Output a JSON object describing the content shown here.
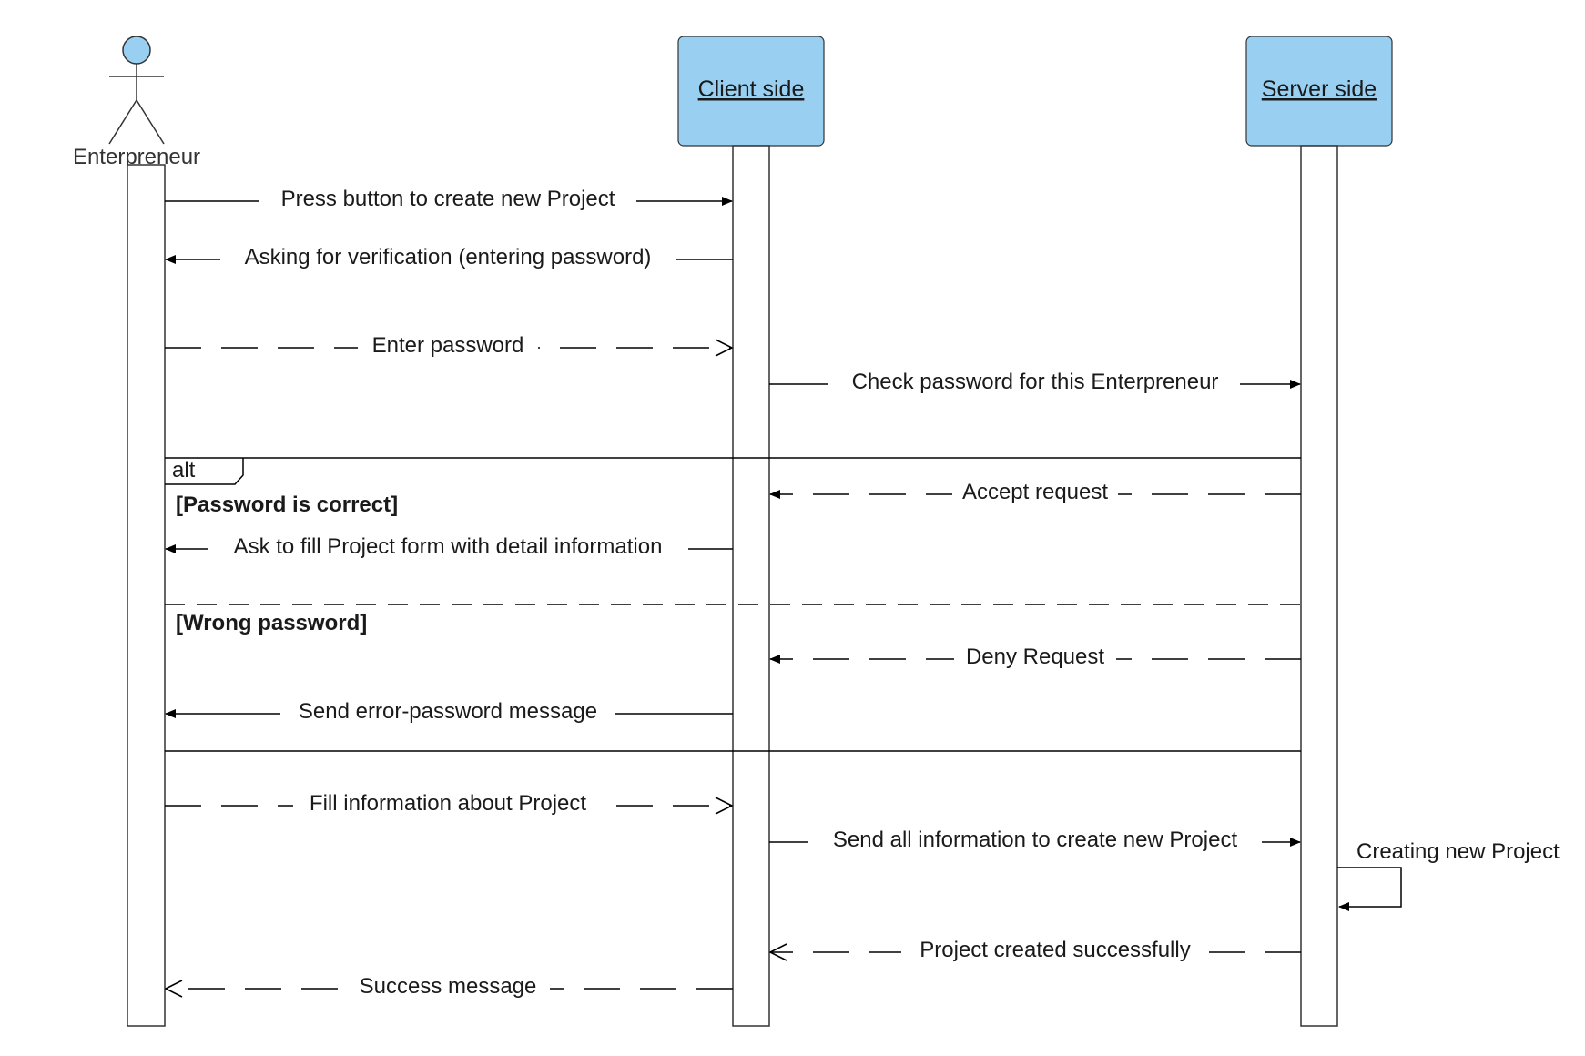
{
  "participants": {
    "actor": {
      "name": "Enterpreneur",
      "color": "#99d0f2"
    },
    "client": {
      "name": "Client side",
      "color": "#99d0f2"
    },
    "server": {
      "name": "Server side",
      "color": "#99d0f2"
    }
  },
  "fragment": {
    "operator": "alt",
    "guard_1": "[Password is correct]",
    "guard_2": "[Wrong password]"
  },
  "messages": {
    "m1": "Press button to create new Project",
    "m2": "Asking for verification (entering password)",
    "m3": "Enter password",
    "m4": "Check password for this Enterpreneur",
    "m5": "Accept request",
    "m6": "Ask to fill Project form with detail information",
    "m7": "Deny Request",
    "m8": "Send error-password message",
    "m9": "Fill information about Project",
    "m10": "Send all information to create new Project",
    "m11": "Creating new Project",
    "m12": "Project created successfully",
    "m13": "Success message"
  }
}
